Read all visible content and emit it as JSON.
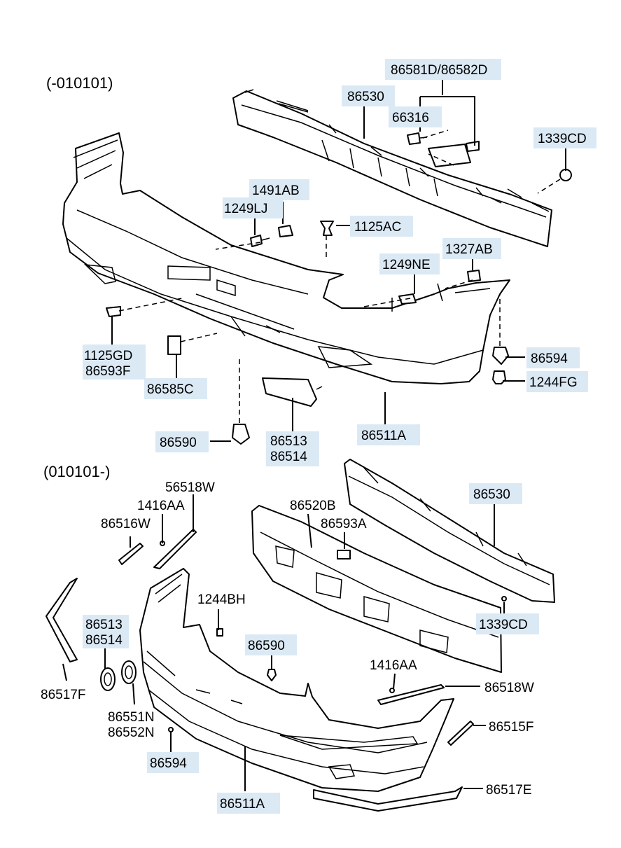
{
  "sections": [
    {
      "heading": "(-010101)",
      "callouts": [
        {
          "id": "p-86581d-86582d",
          "text": "86581D/86582D",
          "highlight": true
        },
        {
          "id": "p-86530-top",
          "text": "86530",
          "highlight": true
        },
        {
          "id": "p-66316",
          "text": "66316",
          "highlight": true
        },
        {
          "id": "p-1339cd-top",
          "text": "1339CD",
          "highlight": true
        },
        {
          "id": "p-1491ab",
          "text": "1491AB",
          "highlight": true
        },
        {
          "id": "p-1249lj",
          "text": "1249LJ",
          "highlight": true
        },
        {
          "id": "p-1125ac",
          "text": "1125AC",
          "highlight": true
        },
        {
          "id": "p-1327ab",
          "text": "1327AB",
          "highlight": true
        },
        {
          "id": "p-1249ne",
          "text": "1249NE",
          "highlight": true
        },
        {
          "id": "p-1125gd",
          "text": "1125GD",
          "highlight": true
        },
        {
          "id": "p-86593f",
          "text": "86593F",
          "highlight": true
        },
        {
          "id": "p-86585c",
          "text": "86585C",
          "highlight": true
        },
        {
          "id": "p-86594-top",
          "text": "86594",
          "highlight": true
        },
        {
          "id": "p-1244fg",
          "text": "1244FG",
          "highlight": true
        },
        {
          "id": "p-86590-top",
          "text": "86590",
          "highlight": true
        },
        {
          "id": "p-86513-top",
          "text": "86513",
          "highlight": true
        },
        {
          "id": "p-86514-top",
          "text": "86514",
          "highlight": true
        },
        {
          "id": "p-86511a-top",
          "text": "86511A",
          "highlight": true
        }
      ]
    },
    {
      "heading": "(010101-)",
      "callouts": [
        {
          "id": "p-56518w",
          "text": "56518W",
          "highlight": false
        },
        {
          "id": "p-1416aa-top",
          "text": "1416AA",
          "highlight": false
        },
        {
          "id": "p-86516w",
          "text": "86516W",
          "highlight": false
        },
        {
          "id": "p-86520b",
          "text": "86520B",
          "highlight": false
        },
        {
          "id": "p-86593a",
          "text": "86593A",
          "highlight": false
        },
        {
          "id": "p-86530-bottom",
          "text": "86530",
          "highlight": true
        },
        {
          "id": "p-1244bh",
          "text": "1244BH",
          "highlight": false
        },
        {
          "id": "p-86513-bottom",
          "text": "86513",
          "highlight": true
        },
        {
          "id": "p-86514-bottom",
          "text": "86514",
          "highlight": true
        },
        {
          "id": "p-1339cd-bottom",
          "text": "1339CD",
          "highlight": true
        },
        {
          "id": "p-86590-bottom",
          "text": "86590",
          "highlight": true
        },
        {
          "id": "p-1416aa-bottom",
          "text": "1416AA",
          "highlight": false
        },
        {
          "id": "p-86518w",
          "text": "86518W",
          "highlight": false
        },
        {
          "id": "p-86517f",
          "text": "86517F",
          "highlight": false
        },
        {
          "id": "p-86551n",
          "text": "86551N",
          "highlight": false
        },
        {
          "id": "p-86552n",
          "text": "86552N",
          "highlight": false
        },
        {
          "id": "p-86515f",
          "text": "86515F",
          "highlight": false
        },
        {
          "id": "p-86594-bottom",
          "text": "86594",
          "highlight": true
        },
        {
          "id": "p-86511a-bottom",
          "text": "86511A",
          "highlight": true
        },
        {
          "id": "p-86517e",
          "text": "86517E",
          "highlight": false
        }
      ]
    }
  ],
  "colors": {
    "highlight": "#dbe9f5",
    "line": "#000000",
    "background": "#ffffff"
  }
}
